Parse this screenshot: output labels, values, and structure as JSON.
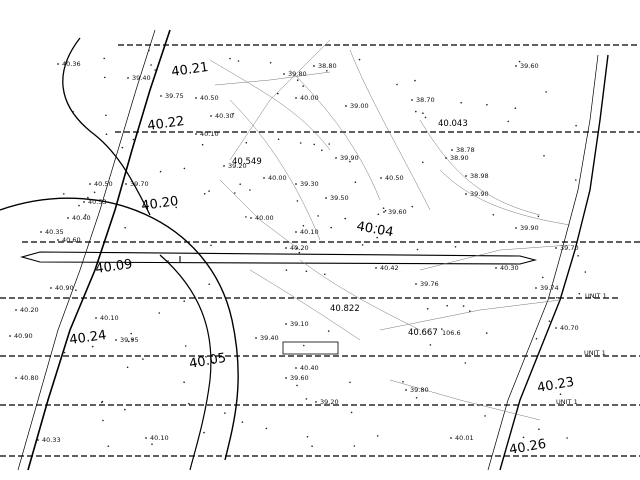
{
  "drawing": {
    "major_labels": [
      {
        "id": "lbl-40-21",
        "text": "40.21"
      },
      {
        "id": "lbl-40-22",
        "text": "40.22"
      },
      {
        "id": "lbl-40-20",
        "text": "40.20"
      },
      {
        "id": "lbl-40-09",
        "text": "40.09"
      },
      {
        "id": "lbl-40-24",
        "text": "40.24"
      },
      {
        "id": "lbl-40-04",
        "text": "40.04"
      },
      {
        "id": "lbl-40-549",
        "text": "40.549"
      },
      {
        "id": "lbl-40-043",
        "text": "40.043"
      },
      {
        "id": "lbl-40-822",
        "text": "40.822"
      },
      {
        "id": "lbl-40-667",
        "text": "40.667"
      },
      {
        "id": "lbl-40-23",
        "text": "40.23"
      },
      {
        "id": "lbl-40-26",
        "text": "40.26"
      },
      {
        "id": "lbl-40-05",
        "text": "40.05"
      }
    ],
    "spot_elevations": [
      "40.36",
      "38.80",
      "39.60",
      "38.70",
      "39.80",
      "39.40",
      "39.75",
      "39.00",
      "40.30",
      "40.10",
      "39.70",
      "40.50",
      "40.53",
      "40.40",
      "40.35",
      "40.00",
      "39.20",
      "39.30",
      "39.50",
      "38.90",
      "40.60",
      "40.50",
      "39.90",
      "40.90",
      "40.20",
      "40.10",
      "39.95",
      "40.01",
      "39.10",
      "38.78",
      "39.74",
      "40.40",
      "40.90",
      "40.00",
      "39.90",
      "39.60",
      "40.70",
      "40.33",
      "40.10",
      "39.80",
      "40.10",
      "40.20",
      "40.42",
      "39.76",
      "40.30",
      "39.90",
      "39.70",
      "38.98",
      "39.40",
      "39.60",
      "39.20",
      "40.80",
      "40.50",
      "40.00"
    ],
    "small_tags": [
      {
        "id": "tag-1",
        "text": "UNIT 1"
      },
      {
        "id": "tag-2",
        "text": "UNIT 1"
      },
      {
        "id": "tag-3",
        "text": "UNIT 1"
      },
      {
        "id": "tag-4",
        "text": "106.6"
      }
    ]
  }
}
